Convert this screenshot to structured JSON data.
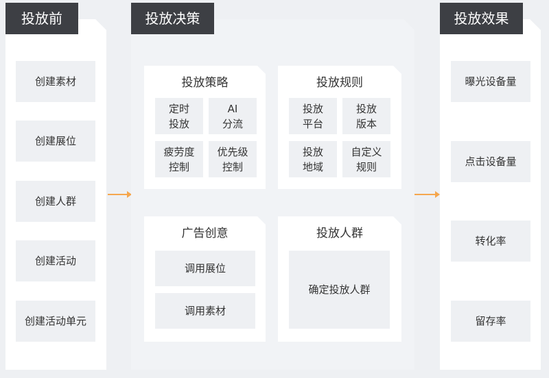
{
  "before": {
    "tab": "投放前",
    "items": [
      "创建素材",
      "创建展位",
      "创建人群",
      "创建活动",
      "创建活动单元"
    ]
  },
  "decision": {
    "tab": "投放决策",
    "strategy": {
      "title": "投放策略",
      "items": [
        "定时\n投放",
        "AI\n分流",
        "疲劳度\n控制",
        "优先级\n控制"
      ]
    },
    "rules": {
      "title": "投放规则",
      "items": [
        "投放\n平台",
        "投放\n版本",
        "投放\n地域",
        "自定义\n规则"
      ]
    },
    "creative": {
      "title": "广告创意",
      "items": [
        "调用展位",
        "调用素材"
      ]
    },
    "audience": {
      "title": "投放人群",
      "items": [
        "确定投放人群"
      ]
    }
  },
  "effect": {
    "tab": "投放效果",
    "items": [
      "曝光设备量",
      "点击设备量",
      "转化率",
      "留存率"
    ]
  },
  "colors": {
    "arrow": "#f5a64d",
    "tab": "#3d3f44"
  }
}
